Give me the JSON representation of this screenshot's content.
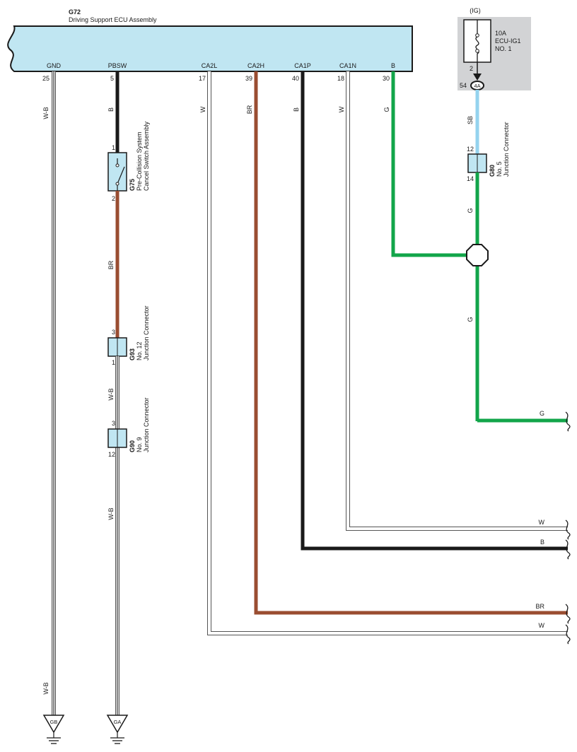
{
  "ecu": {
    "code": "G72",
    "name": "Driving Support ECU Assembly",
    "pins": {
      "gnd": {
        "name": "GND",
        "num": "25"
      },
      "pbsw": {
        "name": "PBSW",
        "num": "5"
      },
      "ca2l": {
        "name": "CA2L",
        "num": "17"
      },
      "ca2h": {
        "name": "CA2H",
        "num": "39"
      },
      "ca1p": {
        "name": "CA1P",
        "num": "40"
      },
      "ca1n": {
        "name": "CA1N",
        "num": "18"
      },
      "b": {
        "name": "B",
        "num": "30"
      }
    }
  },
  "fuse": {
    "power": "(IG)",
    "rating": "10A",
    "name1": "ECU-IG1",
    "name2": "NO. 1",
    "pin": "2",
    "connector": "4A",
    "connector_pin": "54"
  },
  "switch_g75": {
    "code": "G75",
    "line1": "Pre-Collision System",
    "line2": "Cancel Switch Assembly",
    "pin_top": "1",
    "pin_bottom": "2"
  },
  "jc_g80": {
    "code": "G80",
    "line1": "No. 5",
    "line2": "Junction Connector",
    "pin_top": "12",
    "pin_bottom": "14"
  },
  "jc_g93": {
    "code": "G93",
    "line1": "No. 12",
    "line2": "Junction Connector",
    "pin_top": "3",
    "pin_bottom": "1"
  },
  "jc_g90": {
    "code": "G90",
    "line1": "No. 9",
    "line2": "Junction Connector",
    "pin_top": "3",
    "pin_bottom": "12"
  },
  "wire_colors": {
    "gnd": "W-B",
    "gnd_lower": "W-B",
    "pbsw_top": "B",
    "pbsw_mid": "BR",
    "pbsw_lower1": "W-B",
    "pbsw_lower2": "W-B",
    "ca2l": "W",
    "ca2h": "BR",
    "ca1p": "B",
    "ca1n": "W",
    "b": "G",
    "fuse_sb": "SB",
    "g80_out": "G",
    "splice_down": "G"
  },
  "exits": {
    "g": "G",
    "w1": "W",
    "b": "B",
    "br": "BR",
    "w2": "W"
  },
  "grounds": {
    "gb": "GB",
    "ga": "GA"
  },
  "colors": {
    "ecu_fill": "#c0e6f2",
    "connector_fill": "#c0e6f2",
    "fuse_box_fill": "#d2d3d5",
    "wire_black": "#1a1a1a",
    "wire_brown": "#9a4d31",
    "wire_green": "#12a54a",
    "wire_skyblue": "#94d3ee",
    "wire_white_outline": "#555555"
  }
}
